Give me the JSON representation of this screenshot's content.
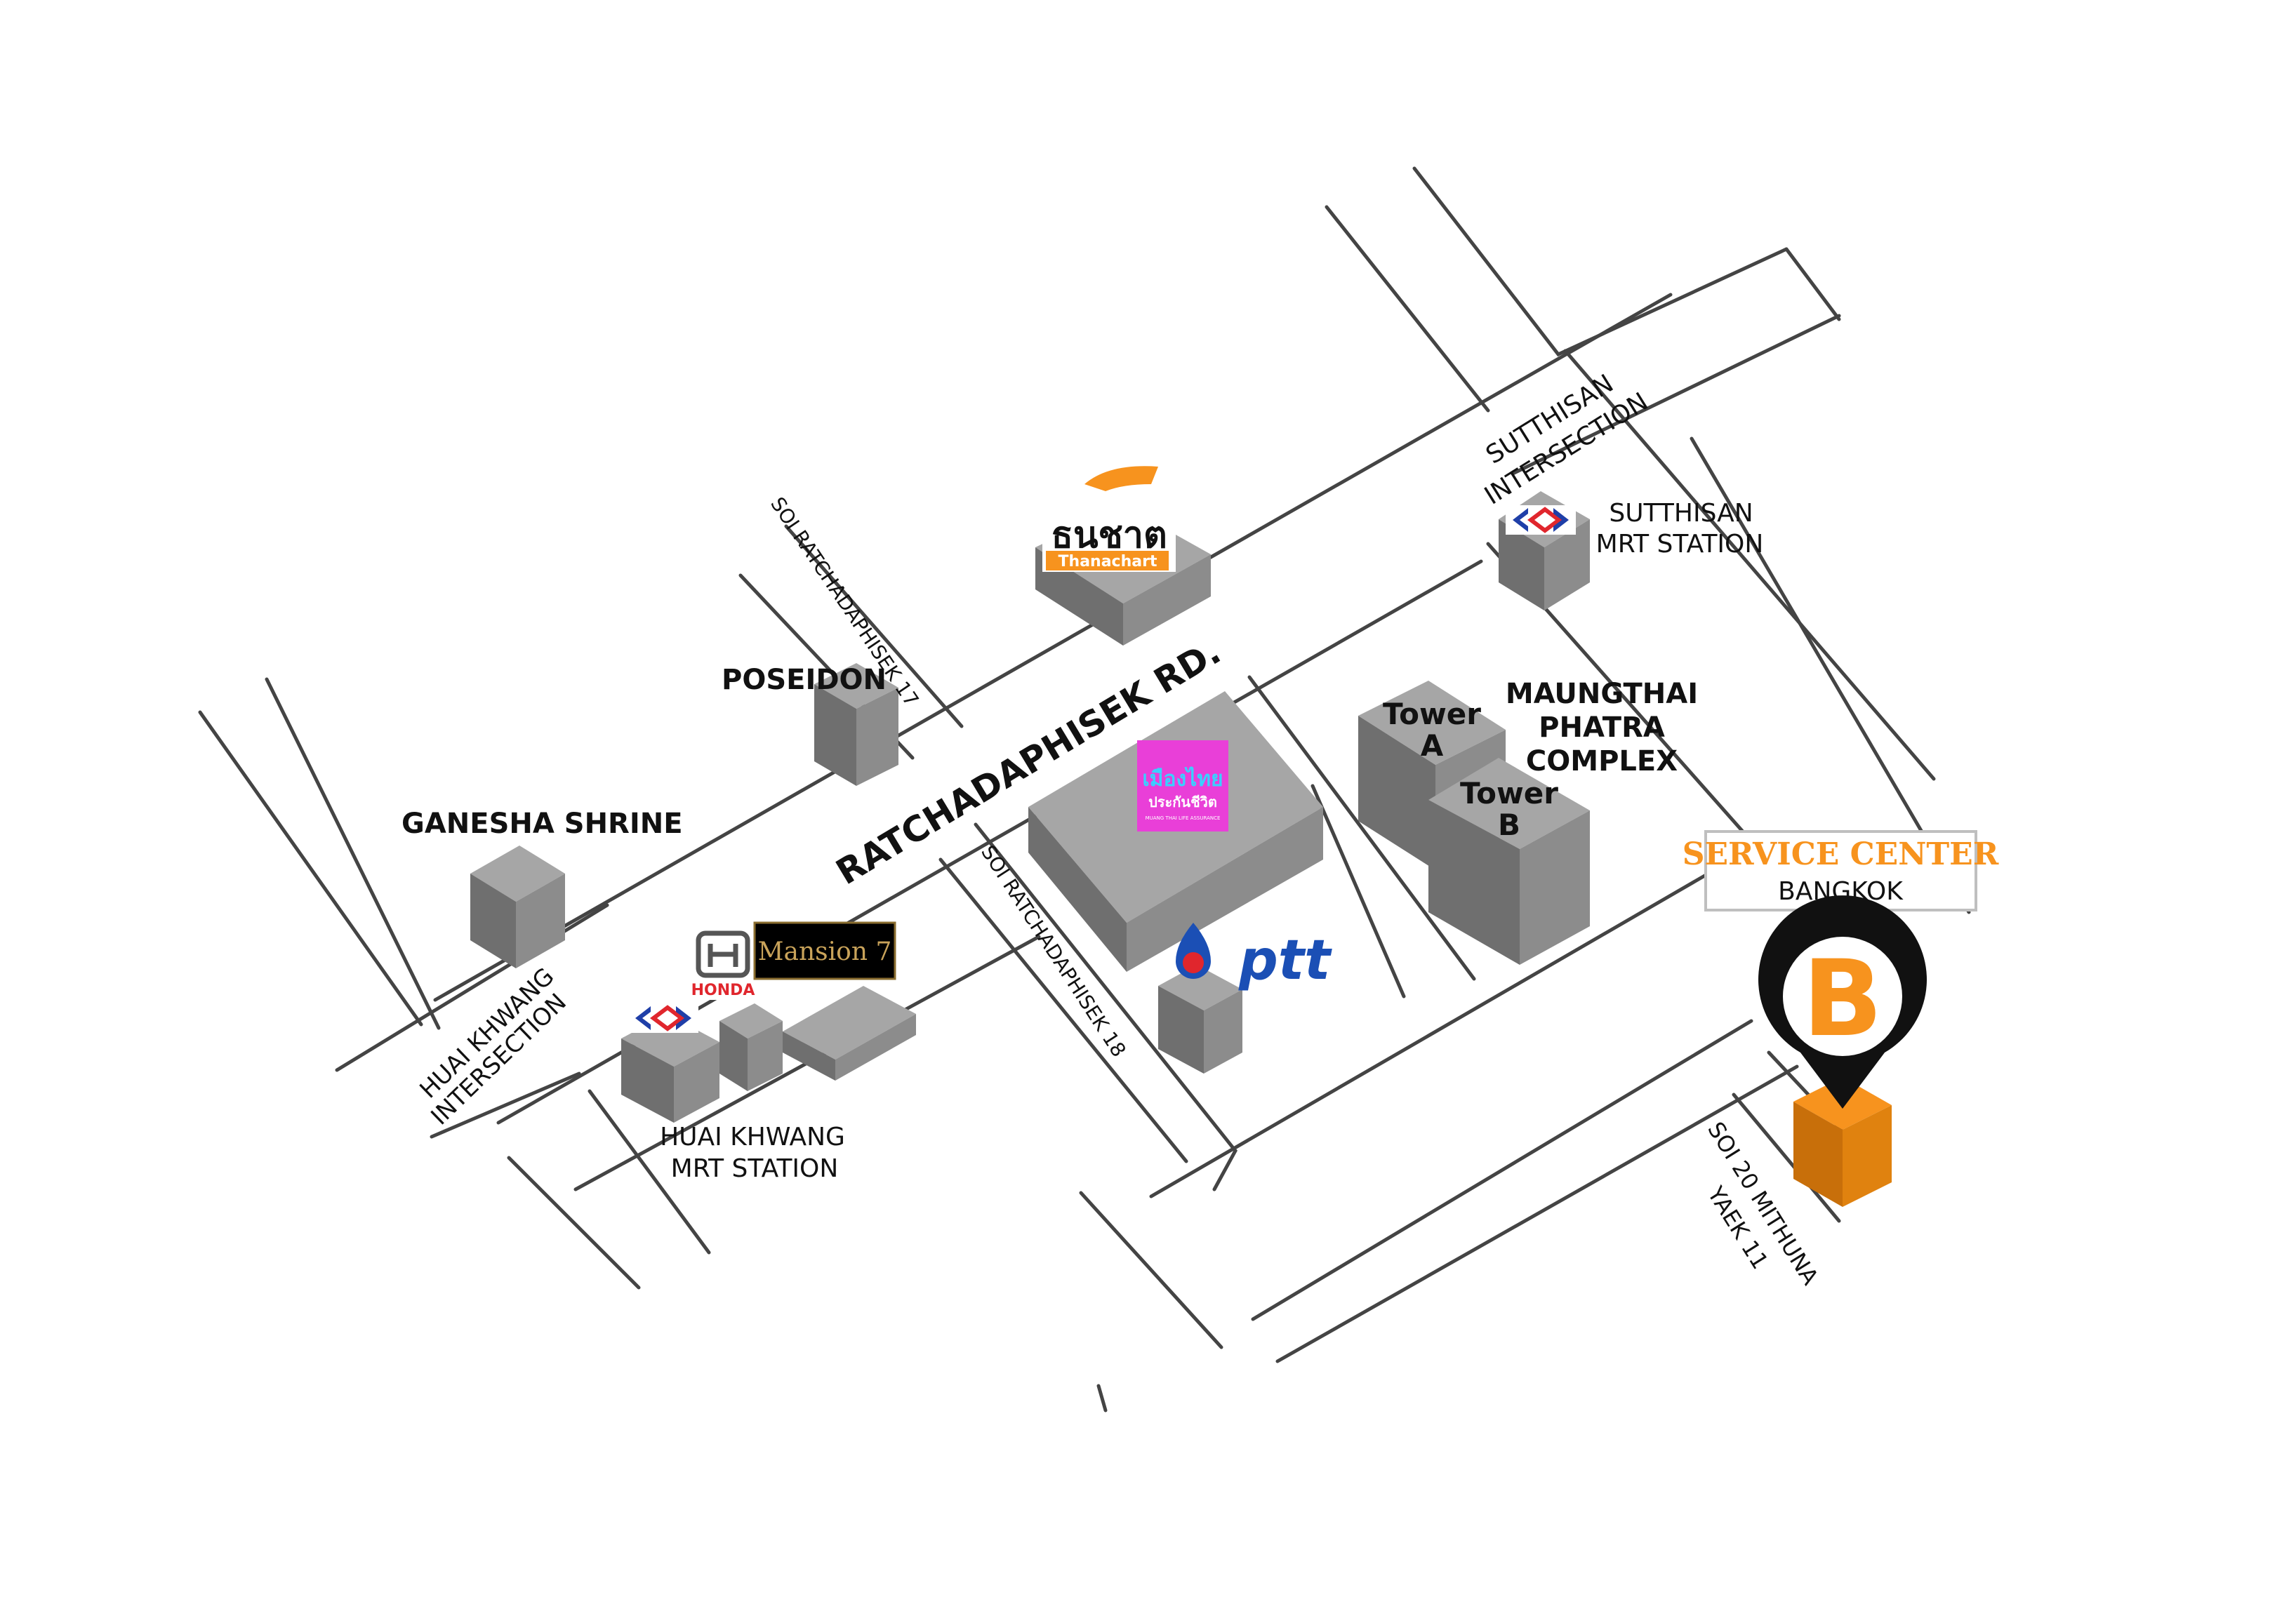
{
  "roads": {
    "main": "RATCHADAPHISEK RD.",
    "soi17": "SOI RATCHADAPHISEK 17",
    "soi18": "SOI RATCHADAPHISEK 18",
    "soi20_line1": "SOI 20 MITHUNA",
    "soi20_line2": "YAEK 11"
  },
  "intersections": {
    "sutthisan_line1": "SUTTHISAN",
    "sutthisan_line2": "INTERSECTION",
    "huai_line1": "HUAI KHWANG",
    "huai_line2": "INTERSECTION"
  },
  "landmarks": {
    "poseidon": "POSEIDON",
    "ganesha": "GANESHA SHRINE",
    "sutthisan_mrt_line1": "SUTTHISAN",
    "sutthisan_mrt_line2": "MRT STATION",
    "huai_mrt_line1": "HUAI KHWANG",
    "huai_mrt_line2": "MRT STATION",
    "maungthai_line1": "MAUNGTHAI",
    "maungthai_line2": "PHATRA",
    "maungthai_line3": "COMPLEX",
    "tower_a_line1": "Tower",
    "tower_a_line2": "A",
    "tower_b_line1": "Tower",
    "tower_b_line2": "B"
  },
  "brands": {
    "thanachart_thai": "ธนชาต",
    "thanachart_en": "Thanachart",
    "muangthai_line1": "เมืองไทย",
    "muangthai_line2": "ประกันชีวิต",
    "muangthai_line3": "MUANG THAI LIFE ASSURANCE",
    "ptt": "ptt",
    "honda": "HONDA",
    "mansion": "Mansion 7"
  },
  "service_center": {
    "title": "SERVICE CENTER",
    "subtitle": "BANGKOK",
    "pin_letter": "B"
  },
  "colors": {
    "accent_orange": "#F7931E",
    "building_top": "#a6a6a6",
    "building_left": "#6f6f6f",
    "building_right": "#8c8c8c",
    "mrt_blue": "#1f3fa8",
    "mrt_red": "#e0262d",
    "muangthai_pink": "#e93fd8",
    "ptt_blue": "#1b4fb5"
  },
  "icons": [
    "mrt-logo-icon",
    "thanachart-logo-icon",
    "ptt-logo-icon",
    "honda-logo-icon",
    "location-pin-icon"
  ]
}
